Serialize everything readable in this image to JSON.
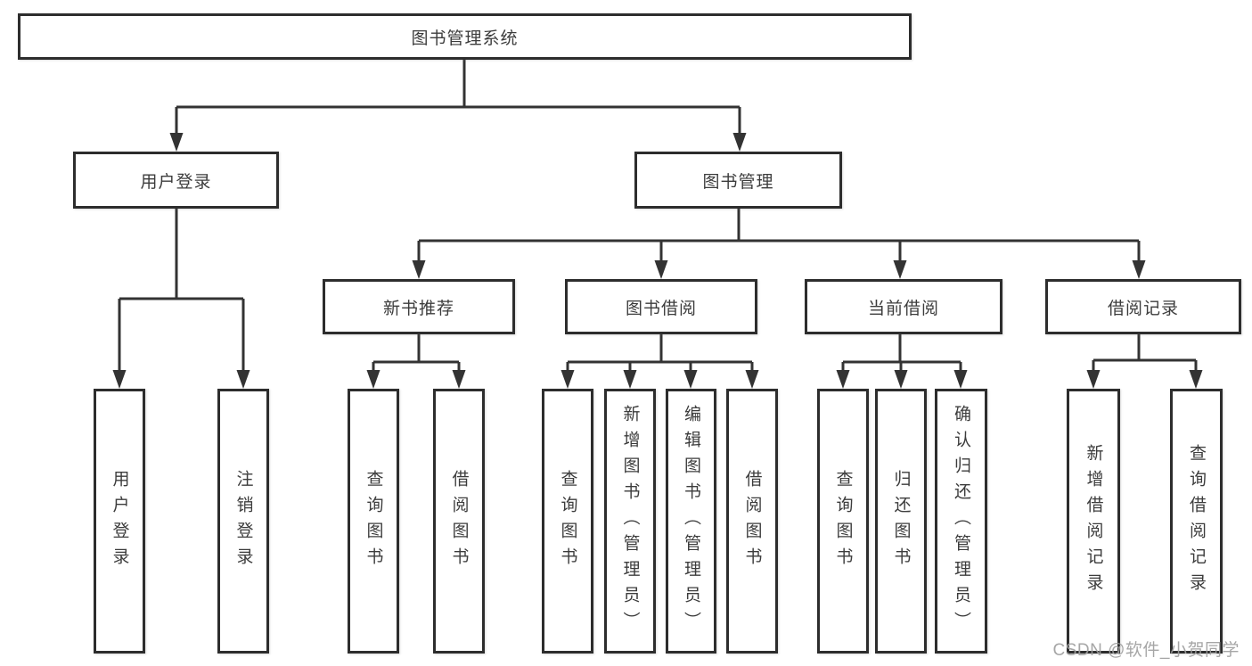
{
  "diagram": {
    "root": {
      "label": "图书管理系统"
    },
    "level1": [
      {
        "label": "用户登录"
      },
      {
        "label": "图书管理"
      }
    ],
    "level2": [
      {
        "label": "新书推荐"
      },
      {
        "label": "图书借阅"
      },
      {
        "label": "当前借阅"
      },
      {
        "label": "借阅记录"
      }
    ],
    "leaves": {
      "user_login": [
        {
          "label": "用户登录"
        },
        {
          "label": "注销登录"
        }
      ],
      "new_book": [
        {
          "label": "查询图书"
        },
        {
          "label": "借阅图书"
        }
      ],
      "book_borrow": [
        {
          "label": "查询图书"
        },
        {
          "label": "新增图书（管理员）"
        },
        {
          "label": "编辑图书（管理员）"
        },
        {
          "label": "借阅图书"
        }
      ],
      "current_borrow": [
        {
          "label": "查询图书"
        },
        {
          "label": "归还图书"
        },
        {
          "label": "确认归还（管理员）"
        }
      ],
      "borrow_record": [
        {
          "label": "新增借阅记录"
        },
        {
          "label": "查询借阅记录"
        }
      ]
    },
    "watermark": "CSDN @软件_小贺同学",
    "colors": {
      "box_border": "#2d2d2d",
      "line": "#333333",
      "text": "#3c3c3c",
      "watermark": "#9e9e9e",
      "background": "#ffffff"
    }
  }
}
